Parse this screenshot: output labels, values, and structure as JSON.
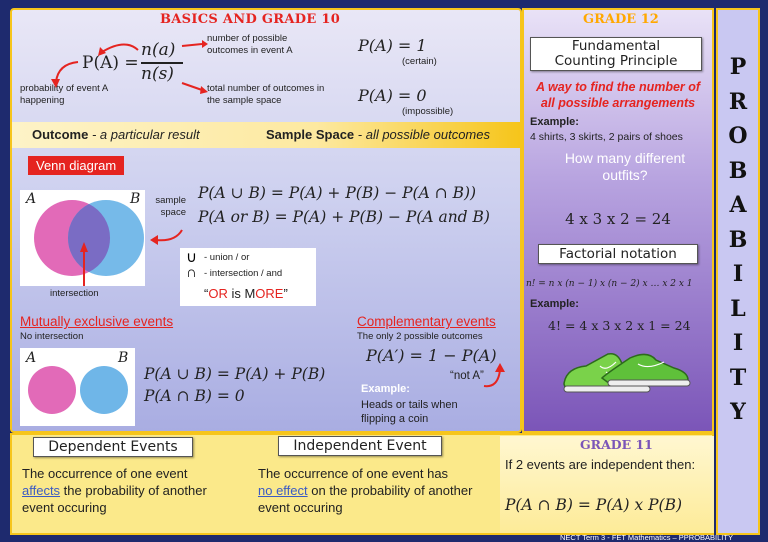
{
  "header": {
    "basics_title": "BASICS AND GRADE 10",
    "grade12_title": "GRADE 12",
    "grade11_title": "GRADE 11"
  },
  "side": {
    "letters": [
      "P",
      "R",
      "O",
      "B",
      "A",
      "B",
      "I",
      "L",
      "I",
      "T",
      "Y"
    ]
  },
  "formula": {
    "pa_lhs": "P(A) =",
    "numerator": "n(a)",
    "denominator": "n(s)",
    "num_note": "number of possible outcomes in event A",
    "den_note": "total number of outcomes in the sample space",
    "prob_note": "probability of event A happening",
    "certain_eq": "P(A) = 1",
    "certain_label": "(certain)",
    "impossible_eq": "P(A) = 0",
    "impossible_label": "(impossible)"
  },
  "banner": {
    "outcome_term": "Outcome",
    "outcome_def": " - a particular result",
    "sample_term": "Sample Space",
    "sample_def": " - all possible outcomes"
  },
  "venn": {
    "tag": "Venn diagram",
    "label_a": "A",
    "label_b": "B",
    "sample_space_label": "sample space",
    "intersection_label": "intersection",
    "eq1": "P(A ∪ B) = P(A) + P(B) − P(A ∩ B))",
    "eq2": "P(A or B) = P(A) + P(B) − P(A and B)",
    "union_symbol": "∪",
    "union_text": "- union / or",
    "inter_symbol": "∩",
    "inter_text": "- intersection / and",
    "or_more_1": "“",
    "or_more_2": "OR",
    "or_more_3": " is M",
    "or_more_4": "ORE",
    "or_more_5": "”"
  },
  "mutual": {
    "title": "Mutually exclusive events",
    "subtitle": "No intersection",
    "label_a": "A",
    "label_b": "B",
    "eq1": "P(A ∪ B) = P(A) + P(B)",
    "eq2": "P(A ∩ B) = 0"
  },
  "complement": {
    "title": "Complementary events",
    "subtitle": "The only 2 possible outcomes",
    "eq": "P(A′) = 1 − P(A)",
    "not_a": "“not A”",
    "example_label": "Example:",
    "example_text": "Heads or tails when flipping a coin"
  },
  "fcp": {
    "tag_line1": "Fundamental",
    "tag_line2": "Counting Principle",
    "desc": "A way to find the number of all possible arrangements",
    "example_label": "Example:",
    "example_text": "4 shirts,  3 skirts, 2 pairs of shoes",
    "question": "How many different outfits?",
    "answer": "4 x 3 x 2 = 24"
  },
  "factorial": {
    "tag": "Factorial notation",
    "formula": "n! = n x (n − 1) x (n − 2) x …  x 2 x 1",
    "example_label": "Example:",
    "example": "4! = 4 x 3 x 2 x 1 = 24"
  },
  "dependent": {
    "tag": "Dependent Events",
    "t1": "The occurrence of one event",
    "t2": "affects",
    "t3": " the probability of another event occuring"
  },
  "independent": {
    "tag": "Independent Event",
    "t1": "The occurrence  of one event has",
    "t2": "no effect",
    "t3": " on the probability of another event occuring"
  },
  "grade11": {
    "t1": "If 2 events are independent then:",
    "eq": "P(A ∩ B) = P(A) x  P(B)"
  },
  "footer": "NECT Term 3 - FET Mathematics – PPROBABILITY",
  "colors": {
    "red": "#e52420",
    "gold": "#ffa800",
    "pink": "#e26ab8",
    "blue": "#6fb6e8",
    "purple": "#7b55b8"
  }
}
